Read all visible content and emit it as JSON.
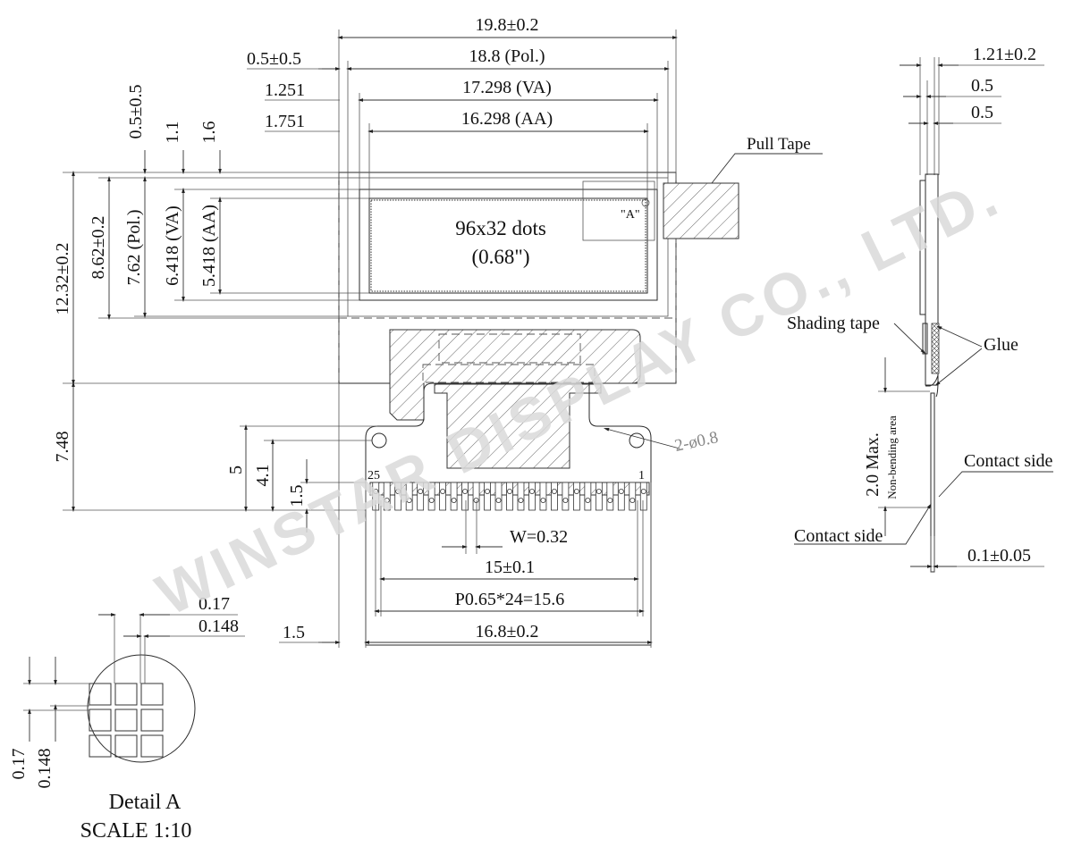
{
  "watermark": "WINSTAR DISPLAY CO., LTD.",
  "front_view": {
    "top_dims": {
      "overall_width": "19.8±0.2",
      "pol_width": "18.8 (Pol.)",
      "va_width": "17.298 (VA)",
      "aa_width": "16.298 (AA)"
    },
    "left_offsets": {
      "pol_offset": "0.5±0.5",
      "va_offset": "1.251",
      "aa_offset": "1.751"
    },
    "vertical_offsets": {
      "pol_top": "0.5±0.5",
      "va_top": "1.1",
      "aa_top": "1.6"
    },
    "height_dims": {
      "overall_height": "12.32±0.2",
      "pol_height": "8.62±0.2",
      "pol_inner": "7.62 (Pol.)",
      "va_height": "6.418 (VA)",
      "aa_height": "5.418 (AA)"
    },
    "display_text": {
      "resolution": "96x32 dots",
      "diagonal": "(0.68\")"
    },
    "detail_marker": "\"A\"",
    "pull_tape_label": "Pull Tape",
    "fpc": {
      "tail_length": "7.48",
      "hole_to_edge": "5",
      "hole_offset": "4.1",
      "pad_length": "1.5",
      "holes_label": "2-ø0.8",
      "pin_first": "1",
      "pin_last": "25",
      "pin_width": "W=0.32",
      "pin_span": "15±0.1",
      "pitch": "P0.65*24=15.6",
      "fpc_width": "16.8±0.2",
      "fpc_left_offset": "1.5"
    }
  },
  "side_view": {
    "thickness": "1.21±0.2",
    "layer_a": "0.5",
    "layer_b": "0.5",
    "shading_tape": "Shading tape",
    "glue": "Glue",
    "non_bending_main": "2.0 Max.",
    "non_bending_sub": "Non-bending area",
    "contact_side_top": "Contact side",
    "contact_side_bottom": "Contact side",
    "fpc_thickness": "0.1±0.05"
  },
  "detail_a": {
    "dim_a": "0.17",
    "dim_b": "0.148",
    "dim_c": "0.17",
    "dim_d": "0.148",
    "title": "Detail A",
    "scale": "SCALE 1:10"
  }
}
